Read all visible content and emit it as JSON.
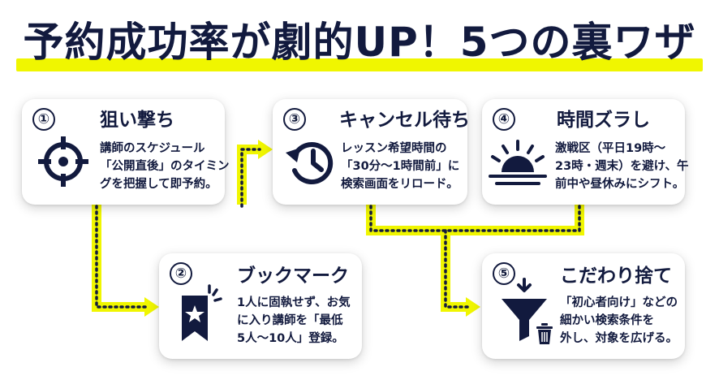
{
  "title": "予約成功率が劇的UP！5つの裏ワザ",
  "accent_color": "#f0f600",
  "ink_color": "#121a3e",
  "cards": [
    {
      "number": "①",
      "heading": "狙い撃ち",
      "icon": "crosshair-icon",
      "lines": [
        "講師のスケジュール",
        "「公開直後」のタイミン",
        "グを把握して即予約。"
      ]
    },
    {
      "number": "②",
      "heading": "ブックマーク",
      "icon": "bookmark-star-icon",
      "lines": [
        "1人に固執せず、お気",
        "に入り講師を「最低",
        "5人〜10人」登録。"
      ]
    },
    {
      "number": "③",
      "heading": "キャンセル待ち",
      "icon": "history-clock-icon",
      "lines": [
        "レッスン希望時間の",
        "「30分〜1時間前」に",
        "検索画面をリロード。"
      ]
    },
    {
      "number": "④",
      "heading": "時間ズラし",
      "icon": "sunrise-icon",
      "lines": [
        "激戦区（平日19時〜",
        "23時・週末）を避け、午",
        "前中や昼休みにシフト。"
      ]
    },
    {
      "number": "⑤",
      "heading": "こだわり捨て",
      "icon": "filter-trash-icon",
      "lines": [
        "「初心者向け」などの",
        "細かい検索条件を",
        "外し、対象を広げる。"
      ]
    }
  ]
}
